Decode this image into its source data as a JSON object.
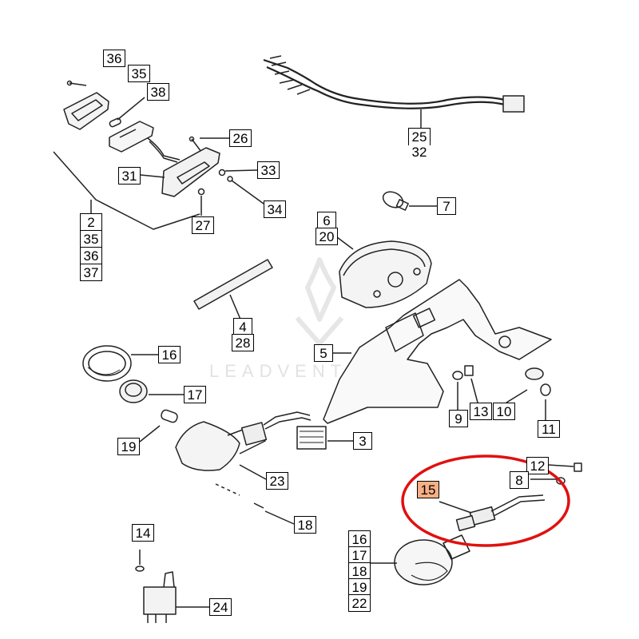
{
  "diagram": {
    "watermark": "LEADVENTURE",
    "highlight_color": "#f7b085",
    "callout_color": "#e01010",
    "labels": {
      "l2": "2",
      "l3": "3",
      "l4": "4",
      "l5": "5",
      "l6": "6",
      "l7": "7",
      "l8": "8",
      "l9": "9",
      "l10": "10",
      "l11": "11",
      "l12": "12",
      "l13": "13",
      "l14": "14",
      "l15": "15",
      "l16": "16",
      "l17": "17",
      "l18": "18",
      "l19": "19",
      "l20": "20",
      "l22": "22",
      "l23": "23",
      "l24": "24",
      "l25": "25",
      "l26": "26",
      "l27": "27",
      "l28": "28",
      "l31": "31",
      "l32": "32",
      "l33": "33",
      "l34": "34",
      "l35": "35",
      "l36": "36",
      "l37": "37",
      "l38": "38",
      "g16": "16",
      "g17": "17",
      "g18": "18",
      "g19": "19",
      "g22": "22",
      "g35": "35",
      "g36": "36"
    }
  }
}
